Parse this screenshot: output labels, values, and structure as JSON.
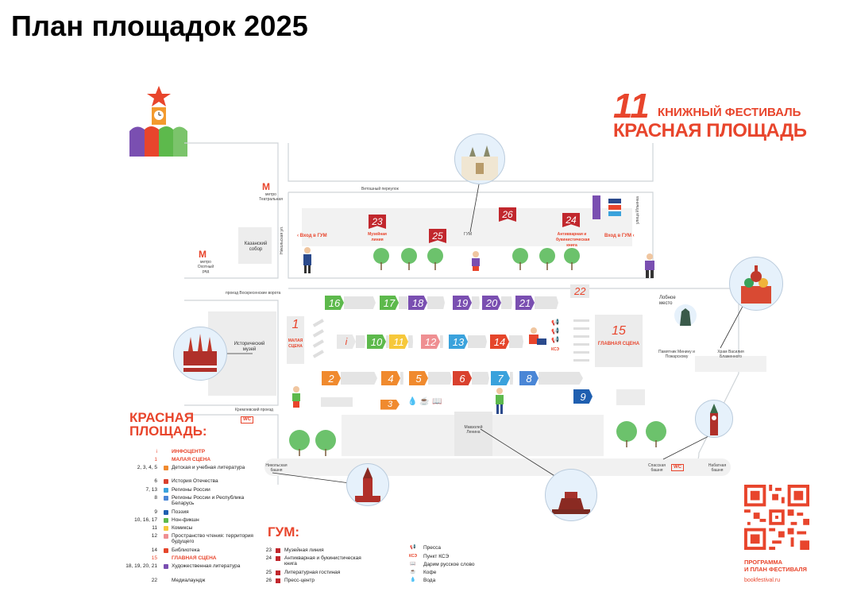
{
  "page_title": "План площадок 2025",
  "festival": {
    "number": "11",
    "line1": "КНИЖНЫЙ ФЕСТИВАЛЬ",
    "line2": "КРАСНАЯ ПЛОЩАДЬ"
  },
  "colors": {
    "accent": "#e8452c",
    "gum": "#c1272d",
    "trees": "#6cc26c"
  },
  "streets": {
    "vetoshny": "Ветошный переулок",
    "vokresenskie": "проезд Воскресенские ворота",
    "kremlevsky": "Кремлевский проезд",
    "ilinka": "улица Ильинка",
    "nikolskaya_vert": "Никольская ул."
  },
  "places": {
    "metro_teatr": "метро Театральная",
    "metro_ohot": "метро Охотный ряд",
    "kazan_sobor": "Казанский собор",
    "gum": "ГУМ",
    "vhod_gum_left": "Вход в ГУМ",
    "vhod_gum_right": "Вход в ГУМ",
    "hist_museum": "Исторический музей",
    "lobnoe": "Лобное место",
    "minin": "Памятник Минину и Пожарскому",
    "vasily": "Храм Василия Блаженного",
    "mausoleum": "Мавзолей Ленина",
    "nikolskaya": "Никольская башня",
    "spasskaya": "Спасская башня",
    "nabatnaya": "Набатная башня",
    "wc": "WC",
    "malaya_scena": "МАЛАЯ СЦЕНА",
    "glavnaya_scena": "ГЛАВНАЯ СЦЕНА",
    "gum_23": "Музейная линия",
    "gum_24": "Антикварная и букинистическая книга"
  },
  "stalls": {
    "s1": "1",
    "s2": "2",
    "s3": "3",
    "s4": "4",
    "s5": "5",
    "s6": "6",
    "s7": "7",
    "s8": "8",
    "s9": "9",
    "s10": "10",
    "s11": "11",
    "s12": "12",
    "s13": "13",
    "s14": "14",
    "s15": "15",
    "s16": "16",
    "s17": "17",
    "s18": "18",
    "s19": "19",
    "s20": "20",
    "s21": "21",
    "s22": "22",
    "info": "i",
    "g23": "23",
    "g24": "24",
    "g25": "25",
    "g26": "26"
  },
  "legend": {
    "title": "КРАСНАЯ ПЛОЩАДЬ:",
    "items": [
      {
        "n": "i",
        "label": "ИНФОЦЕНТР",
        "color": "#e8452c"
      },
      {
        "n": "1",
        "label": "МАЛАЯ СЦЕНА",
        "color": "#e8452c"
      },
      {
        "n": "2, 3, 4, 5",
        "label": "Детская и учебная литература",
        "color": "#f08a2e"
      },
      {
        "n": "6",
        "label": "История Отечества",
        "color": "#d9412e"
      },
      {
        "n": "7, 13",
        "label": "Регионы России",
        "color": "#3aa2dc"
      },
      {
        "n": "8",
        "label": "Регионы России и Республика Беларусь",
        "color": "#4a86d6"
      },
      {
        "n": "9",
        "label": "Поэзия",
        "color": "#1f5fb0"
      },
      {
        "n": "10, 16, 17",
        "label": "Нон-фикшн",
        "color": "#5db94c"
      },
      {
        "n": "11",
        "label": "Комиксы",
        "color": "#f6c83b"
      },
      {
        "n": "12",
        "label": "Пространство чтения: территория будущего",
        "color": "#ef8f92"
      },
      {
        "n": "14",
        "label": "Библиотека",
        "color": "#e5462b"
      },
      {
        "n": "15",
        "label": "ГЛАВНАЯ СЦЕНА",
        "color": "#e8452c"
      },
      {
        "n": "18, 19, 20, 21",
        "label": "Художественная литература",
        "color": "#7a4fb1"
      },
      {
        "n": "22",
        "label": "Медиалаундж",
        "color": "#e8452c"
      }
    ]
  },
  "gum_legend": {
    "title": "ГУМ:",
    "items": [
      {
        "n": "23",
        "label": "Музейная линия"
      },
      {
        "n": "24",
        "label": "Антикварная и букинистическая книга"
      },
      {
        "n": "25",
        "label": "Литературная гостиная"
      },
      {
        "n": "26",
        "label": "Пресс-центр"
      }
    ]
  },
  "services": [
    {
      "icon": "megaphone-icon",
      "label": "Пресса",
      "glyph": "📢"
    },
    {
      "icon": "kse-icon",
      "label": "Пункт КСЭ",
      "glyph": "КСЭ"
    },
    {
      "icon": "book-icon",
      "label": "Дарим русское слово",
      "glyph": "📖"
    },
    {
      "icon": "coffee-icon",
      "label": "Кофе",
      "glyph": "☕"
    },
    {
      "icon": "water-drop-icon",
      "label": "Вода",
      "glyph": "💧"
    }
  ],
  "qr": {
    "caption_line1": "ПРОГРАММА",
    "caption_line2": "И ПЛАН ФЕСТИВАЛЯ",
    "url": "bookfestival.ru"
  }
}
